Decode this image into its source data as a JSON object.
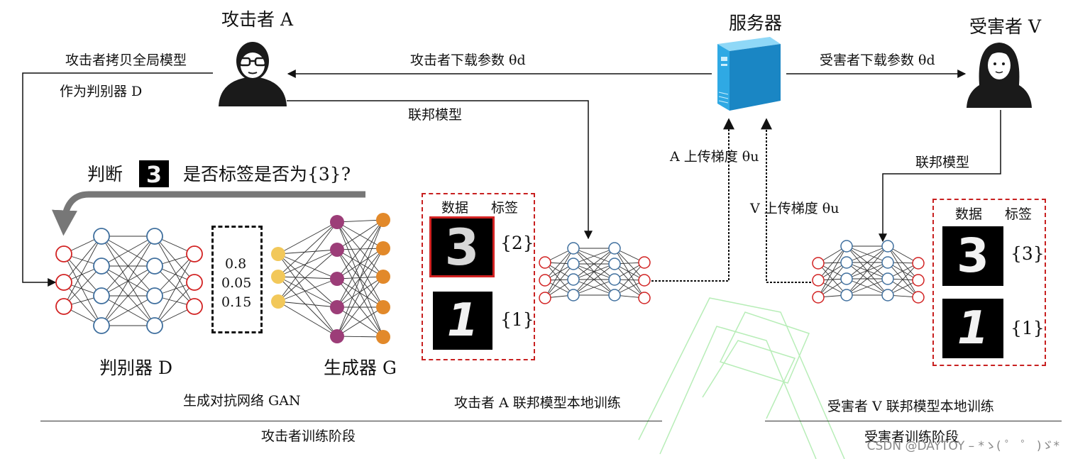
{
  "nodes": {
    "attacker": {
      "name": "攻击者 A"
    },
    "server": {
      "name": "服务器"
    },
    "victim": {
      "name": "受害者 V"
    }
  },
  "arrows": {
    "attacker_copy_line1": "攻击者拷贝全局模型",
    "attacker_copy_line2": "作为判别器 D",
    "attacker_download": "攻击者下载参数 θd",
    "victim_download": "受害者下载参数 θd",
    "federated_model_a": "联邦模型",
    "federated_model_v": "联邦模型",
    "a_upload": "A 上传梯度 θu",
    "v_upload": "V 上传梯度 θu"
  },
  "question": {
    "prefix": "判断",
    "digit": "3",
    "suffix": "是否标签是否为{3}?"
  },
  "discriminator": {
    "label": "判别器 D"
  },
  "generator": {
    "label": "生成器 G"
  },
  "probabilities": [
    "0.8",
    "0.05",
    "0.15"
  ],
  "gan_caption": "生成对抗网络 GAN",
  "attacker_data": {
    "col_data": "数据",
    "col_label": "标签",
    "rows": [
      {
        "digit": "3",
        "label": "{2}"
      },
      {
        "digit": "1",
        "label": "{1}"
      }
    ]
  },
  "victim_data": {
    "col_data": "数据",
    "col_label": "标签",
    "rows": [
      {
        "digit": "3",
        "label": "{3}"
      },
      {
        "digit": "1",
        "label": "{1}"
      }
    ]
  },
  "attacker_local_caption": "攻击者 A 联邦模型本地训练",
  "victim_local_caption": "受害者 V 联邦模型本地训练",
  "attacker_stage": "攻击者训练阶段",
  "victim_stage": "受害者训练阶段",
  "watermark": "CSDN @DAYTOY – *ゝ( ゜ ゜ )ゞ*",
  "colors": {
    "red_node": "#d22222",
    "blue_node": "#3f6f9e",
    "yellow_node": "#f2c85a",
    "purple_node": "#9c3d78",
    "orange_node": "#e2892a",
    "server_blue": "#2fa9e4",
    "red_frame": "#c82020"
  }
}
